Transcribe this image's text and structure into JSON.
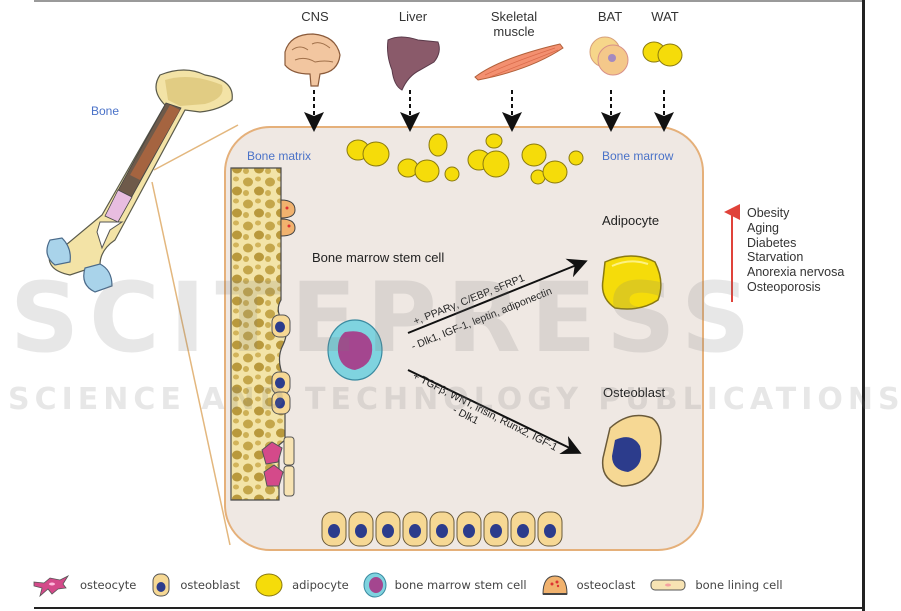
{
  "title": "Bone marrow adipocyte vs osteoblast differentiation",
  "organs": [
    {
      "label": "CNS",
      "icon": "brain-icon"
    },
    {
      "label": "Liver",
      "icon": "liver-icon"
    },
    {
      "label": "Skeletal\nmuscle",
      "label_line1": "Skeletal",
      "label_line2": "muscle",
      "icon": "muscle-icon"
    },
    {
      "label": "BAT",
      "icon": "brown-adipose-icon"
    },
    {
      "label": "WAT",
      "icon": "white-adipose-icon"
    }
  ],
  "labels": {
    "bone": "Bone",
    "bone_matrix": "Bone matrix",
    "bone_marrow": "Bone marrow",
    "stem_cell": "Bone marrow stem cell",
    "adipocyte": "Adipocyte",
    "osteoblast": "Osteoblast"
  },
  "pathways": {
    "adipo_plus": "+, PPARγ, C/EBP, sFRP1",
    "adipo_minus": "- Dlk1, IGF-1, leptin, adiponectin",
    "osteo_plus": "+ TGFβ, WNT, irisin, Runx2, IGF-1",
    "osteo_minus": "- Dlk1"
  },
  "conditions": [
    "Obesity",
    "Aging",
    "Diabetes",
    "Starvation",
    "Anorexia nervosa",
    "Osteoporosis"
  ],
  "legend": [
    {
      "label": "osteocyte",
      "icon": "osteocyte-icon"
    },
    {
      "label": "osteoblast",
      "icon": "osteoblast-icon"
    },
    {
      "label": "adipocyte",
      "icon": "adipocyte-icon"
    },
    {
      "label": "bone marrow stem cell",
      "icon": "stem-cell-icon"
    },
    {
      "label": "osteoclast",
      "icon": "osteoclast-icon"
    },
    {
      "label": "bone lining cell",
      "icon": "bone-lining-cell-icon"
    }
  ],
  "watermark": {
    "line1": "SCITEPRESS",
    "line2": "SCIENCE AND TECHNOLOGY PUBLICATIONS"
  },
  "colors": {
    "panel_fill": "#efe8e3",
    "panel_border": "#e5b07a",
    "adipocyte_yellow": "#f5dc0a",
    "osteoblast_body": "#f6d894",
    "nucleus_blue": "#2c3c8c",
    "stem_cell_cyan": "#7fd3df",
    "stem_cell_nucleus": "#a4468f",
    "label_blue": "#4a72c8",
    "condition_arrow": "#e0433a"
  }
}
